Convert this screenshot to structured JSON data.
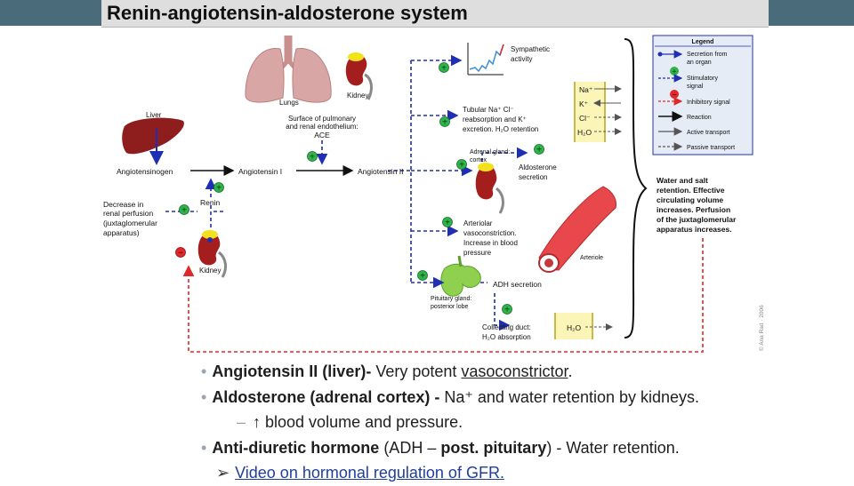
{
  "figure": {
    "title": "Renin-angiotensin-aldosterone system",
    "labels": {
      "liver": "Liver",
      "lungs": "Lungs",
      "kidney_top": "Kidney",
      "kidney_bottom": "Kidney",
      "surface_1": "Surface of pulmonary",
      "surface_2": "and renal endothelium:",
      "ace": "ACE",
      "angiotensinogen": "Angiotensinogen",
      "angiotensin_1": "Angiotensin I",
      "angiotensin_2": "Angiotensin II",
      "renin": "Renin",
      "perfusion_1": "Decrease in",
      "perfusion_2": "renal perfusion",
      "perfusion_3": "(juxtaglomerular",
      "perfusion_4": "apparatus)",
      "sympathetic_1": "Sympathetic",
      "sympathetic_2": "activity",
      "tubular_1": "Tubular Na⁺ Cl⁻",
      "tubular_2": "reabsorption and K⁺",
      "tubular_3": "excretion. H₂O retention",
      "adrenal_1": "Adrenal gland:",
      "adrenal_2": "cortex",
      "aldosterone_1": "Aldosterone",
      "aldosterone_2": "secretion",
      "arteriolar_1": "Arteriolar",
      "arteriolar_2": "vasoconstriction.",
      "arteriolar_3": "Increase in blood",
      "arteriolar_4": "pressure",
      "arteriole": "Arteriole",
      "pituitary_1": "Pituitary gland:",
      "pituitary_2": "posterior lobe",
      "adh": "ADH secretion",
      "collecting_1": "Collecting duct:",
      "collecting_2": "H₂O absorption",
      "ion_na": "Na⁺",
      "ion_k": "K⁺",
      "ion_cl": "Cl⁻",
      "ion_h2o": "H₂O",
      "duct_h2o": "H₂O",
      "water_1": "Water and salt",
      "water_2": "retention. Effective",
      "water_3": "circulating volume",
      "water_4": "increases. Perfusion",
      "water_5": "of the juxtaglomerular",
      "water_6": "apparatus increases.",
      "copyright": "© Ana Rad · 2006"
    },
    "legend": {
      "title": "Legend",
      "secretion": [
        "Secretion from",
        "an organ"
      ],
      "stimulatory": [
        "Stimulatory",
        "signal"
      ],
      "inhibitory": "Inhibitory signal",
      "reaction": "Reaction",
      "active": "Active transport",
      "passive": "Passive transport"
    },
    "colors": {
      "stimulatory": "#1e2fb4",
      "inhibitory": "#e0282a",
      "plus": "#2fb34a",
      "organ_red": "#9c1c1c",
      "lung_pink": "#d9a6a6",
      "legend_bg": "#e6ecf6",
      "ion_box": "#fbf6b8"
    }
  },
  "bullets": {
    "b1_bold": "Angiotensin II (liver)-",
    "b1_text": " Very potent ",
    "b1_under": "vasoconstrictor",
    "b1_end": ".",
    "b2_bold": "Aldosterone (adrenal cortex) -",
    "b2_text": " Na⁺ and water retention by kidneys.",
    "sub": "↑ blood volume and pressure.",
    "b3_bold1": "Anti-diuretic hormone",
    "b3_mid": " (ADH – ",
    "b3_bold2": "post. pituitary",
    "b3_end": ") - Water retention.",
    "b4_link": "Video on hormonal regulation of GFR."
  },
  "icons": [
    "plus-icon",
    "minus-icon",
    "liver-icon",
    "lungs-icon",
    "kidney-icon",
    "adrenal-gland-icon",
    "pituitary-gland-icon",
    "arteriole-icon",
    "sympathetic-graph-icon",
    "brace-icon"
  ]
}
